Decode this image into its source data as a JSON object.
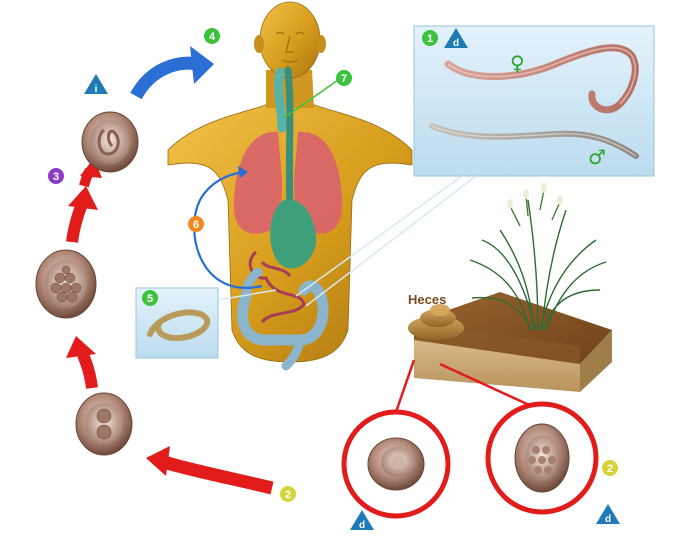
{
  "labels": {
    "heces": "Heces"
  },
  "badges": {
    "step1": "1",
    "step2_right": "2",
    "step2_bottom": "2",
    "step3": "3",
    "step4": "4",
    "step5": "5",
    "step6": "6",
    "step7": "7",
    "marker_i": "i",
    "marker_d_top": "d",
    "marker_d_left": "d",
    "marker_d_right": "d"
  },
  "symbols": {
    "female": "♀",
    "male": "♂"
  },
  "colors": {
    "step_green": "#3cc23c",
    "step_yellow": "#d4d43a",
    "step_purple": "#8a3cc8",
    "step_orange": "#f08a1e",
    "marker_blue": "#1f7bb6",
    "red_arrow": "#e21b1b",
    "blue_arrow": "#2b6fd6",
    "skin": "#d9a521",
    "lung": "#d9646a",
    "stomach": "#3f9f7a",
    "intestine": "#8ab5cc",
    "egg": "#a67e6e",
    "worm_panel": "#cfe8f6"
  }
}
